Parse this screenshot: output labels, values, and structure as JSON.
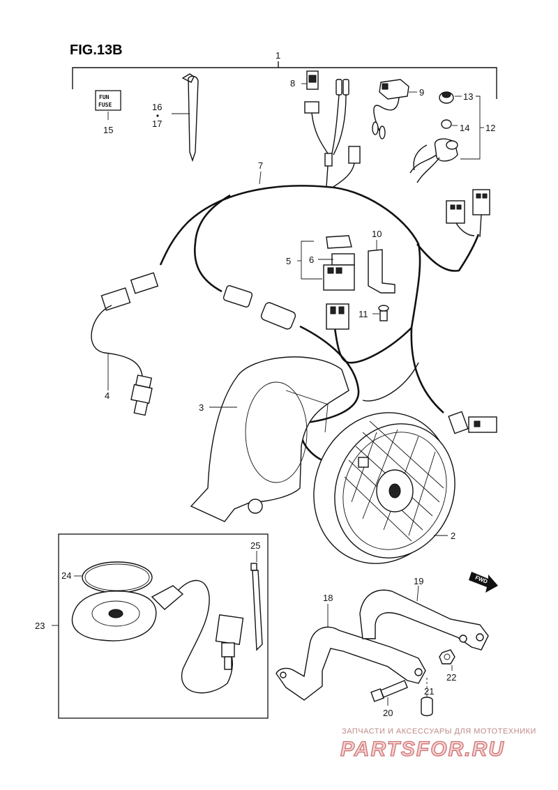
{
  "figure": {
    "title": "FIG.13B"
  },
  "callouts": {
    "c1": "1",
    "c2": "2",
    "c3": "3",
    "c4": "4",
    "c5": "5",
    "c6": "6",
    "c7": "7",
    "c8": "8",
    "c9": "9",
    "c10": "10",
    "c11": "11",
    "c12": "12",
    "c13": "13",
    "c14": "14",
    "c15": "15",
    "c16": "16",
    "c17": "17",
    "c18": "18",
    "c19": "19",
    "c20": "20",
    "c21": "21",
    "c22": "22",
    "c23": "23",
    "c24": "24",
    "c25": "25"
  },
  "fuse_box": {
    "line1": "FUN",
    "line2": "FUSE"
  },
  "fwd_label": "FWD",
  "watermark": {
    "tagline": "ЗАПЧАСТИ И АКСЕССУАРЫ ДЛЯ МОТОТЕХНИКИ",
    "brand": "PARTSFOR.RU",
    "color": "#d07070"
  }
}
